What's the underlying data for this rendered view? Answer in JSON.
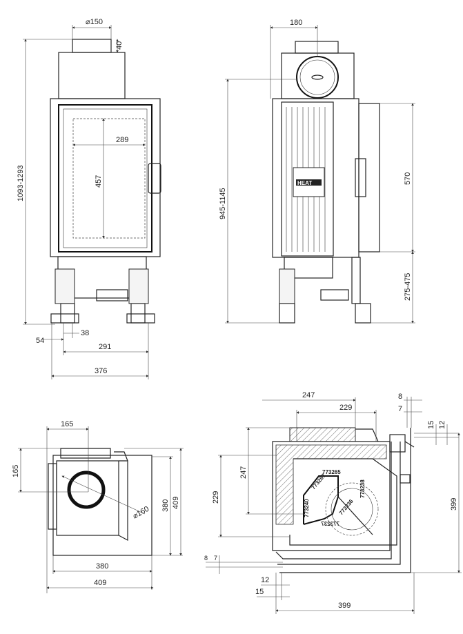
{
  "front_view": {
    "flue_diameter": "⌀150",
    "flue_height": "40",
    "total_height": "1093-1293",
    "glass_width": "289",
    "glass_height": "457",
    "leg_offset": "54",
    "leg_width": "38",
    "leg_spacing": "291",
    "total_width": "376"
  },
  "side_view": {
    "flue_offset": "180",
    "flue_height": "945-1145",
    "door_height": "570",
    "leg_height": "275-475",
    "logo_text": "HEAT"
  },
  "top_view": {
    "flue_x": "165",
    "flue_y": "165",
    "flue_diameter": "⌀160",
    "depth_inner": "380",
    "depth_outer": "409",
    "width_inner": "380",
    "width_outer": "409"
  },
  "section_view": {
    "width_outer_top": "247",
    "width_inner_top": "229",
    "gap_top_1": "8",
    "gap_top_2": "7",
    "offset_right_1": "15",
    "offset_right_2": "12",
    "height_outer_left": "247",
    "height_inner_left": "229",
    "depth_right": "399",
    "gap_bottom_1": "8",
    "gap_bottom_2": "7",
    "offset_bottom_1": "12",
    "offset_bottom_2": "15",
    "width_bottom": "399",
    "part_numbers": [
      "773265",
      "773267",
      "773240",
      "773236",
      "773238",
      "773237"
    ]
  }
}
